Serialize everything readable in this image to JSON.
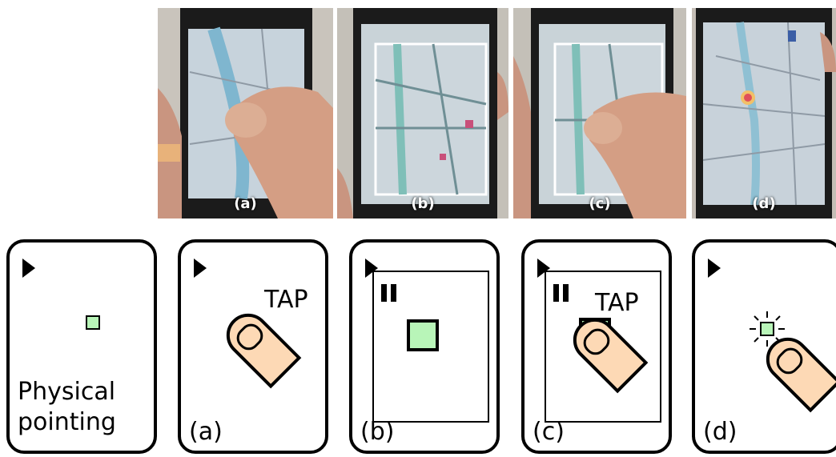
{
  "photos": [
    {
      "label": "(a)"
    },
    {
      "label": "(b)"
    },
    {
      "label": "(c)"
    },
    {
      "label": "(d)"
    }
  ],
  "panels": [
    {
      "caption_line1": "Physical",
      "caption_line2": "pointing"
    },
    {
      "caption": "(a)",
      "tap": "TAP"
    },
    {
      "caption": "(b)"
    },
    {
      "caption": "(c)",
      "tap": "TAP"
    },
    {
      "caption": "(d)"
    }
  ],
  "colors": {
    "target_fill": "#b8f5b8",
    "finger": "#fdd9b5",
    "border": "#000000"
  }
}
